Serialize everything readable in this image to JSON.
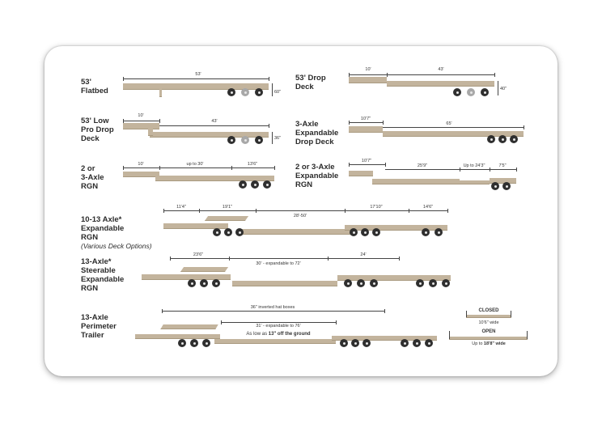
{
  "trailers": {
    "flatbed": {
      "label": "53'\nFlatbed",
      "length": "53'",
      "height": "60\""
    },
    "drop_deck": {
      "label": "53' Drop\nDeck",
      "upper": "10'",
      "lower": "43'",
      "height": "40\""
    },
    "low_pro": {
      "label": "53' Low\nPro Drop\nDeck",
      "upper": "10'",
      "lower": "43'",
      "height": "36\""
    },
    "exp_drop": {
      "label": "3-Axle\nExpandable\nDrop Deck",
      "upper": "10'7\"",
      "lower": "65'"
    },
    "rgn_23": {
      "label": "2 or\n3-Axle\nRGN",
      "neck": "10'",
      "deck": "up to 30'",
      "rear": "13'6\""
    },
    "exp_rgn": {
      "label": "2 or 3-Axle\nExpandable\nRGN",
      "neck": "10'7\"",
      "deck": "25'9\"",
      "ext": "Up to 24'3\"",
      "rear": "7'5\""
    },
    "rgn_1013": {
      "label": "10-13 Axle*\nExpandable\nRGN",
      "sublabel": "(Various Deck Options)",
      "d1": "11'4\"",
      "d2": "19'1\"",
      "d3": "28'-50'",
      "d4": "17'10\"",
      "d5": "14'6\""
    },
    "steer": {
      "label": "13-Axle*\nSteerable\nExpandable\nRGN",
      "d1": "23'6\"",
      "d2": "30' - expandable to 72'",
      "d3": "24'"
    },
    "perimeter": {
      "label": "13-Axle\nPerimeter\nTrailer",
      "top": "36\" inverted hat boxes",
      "mid": "31' - expandable to 76'",
      "note_prefix": "As low as ",
      "note_bold": "13\" off the ground"
    }
  },
  "legend": {
    "closed_title": "CLOSED",
    "closed_width": "10'6\" wide",
    "open_title": "OPEN",
    "open_prefix": "Up to ",
    "open_width": "18'8\" wide"
  },
  "colors": {
    "deck": "#c3b49d",
    "tire": "#2f2f2f",
    "tire_ghost": "#a8a8a8",
    "text": "#2b2b2b"
  }
}
